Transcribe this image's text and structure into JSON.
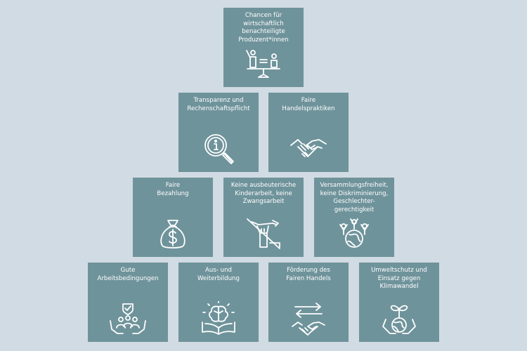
{
  "boxes": [
    {
      "label": "Chancen für\nwirtschaftlich\nbenachteiligte\nProduzent*innen",
      "icon": "equality-scale-icon"
    },
    {
      "label": "Transparenz und\nRechenschaftspflicht",
      "icon": "magnifier-info-icon"
    },
    {
      "label": "Faire\nHandelspraktiken",
      "icon": "handshake-icon"
    },
    {
      "label": "Faire\nBezahlung",
      "icon": "money-bag-icon"
    },
    {
      "label": "Keine ausbeuterische\nKinderarbeit, keine\nZwangsarbeit",
      "icon": "crossed-tool-hand-icon"
    },
    {
      "label": "Versammlungsfreiheit,\nkeine Diskriminierung,\nGeschlechter-\ngerechtigkeit",
      "icon": "people-globe-icon"
    },
    {
      "label": "Gute\nArbeitsbedingungen",
      "icon": "protected-workers-icon"
    },
    {
      "label": "Aus- und\nWeiterbildung",
      "icon": "brain-book-icon"
    },
    {
      "label": "Förderung des\nFairen Handels",
      "icon": "trade-handshake-icon"
    },
    {
      "label": "Umweltschutz und\nEinsatz gegen\nKlimawandel",
      "icon": "earth-sprout-icon"
    }
  ],
  "colors": {
    "background": "#d1dbe3",
    "box": "#6f939b",
    "text": "#ffffff"
  }
}
